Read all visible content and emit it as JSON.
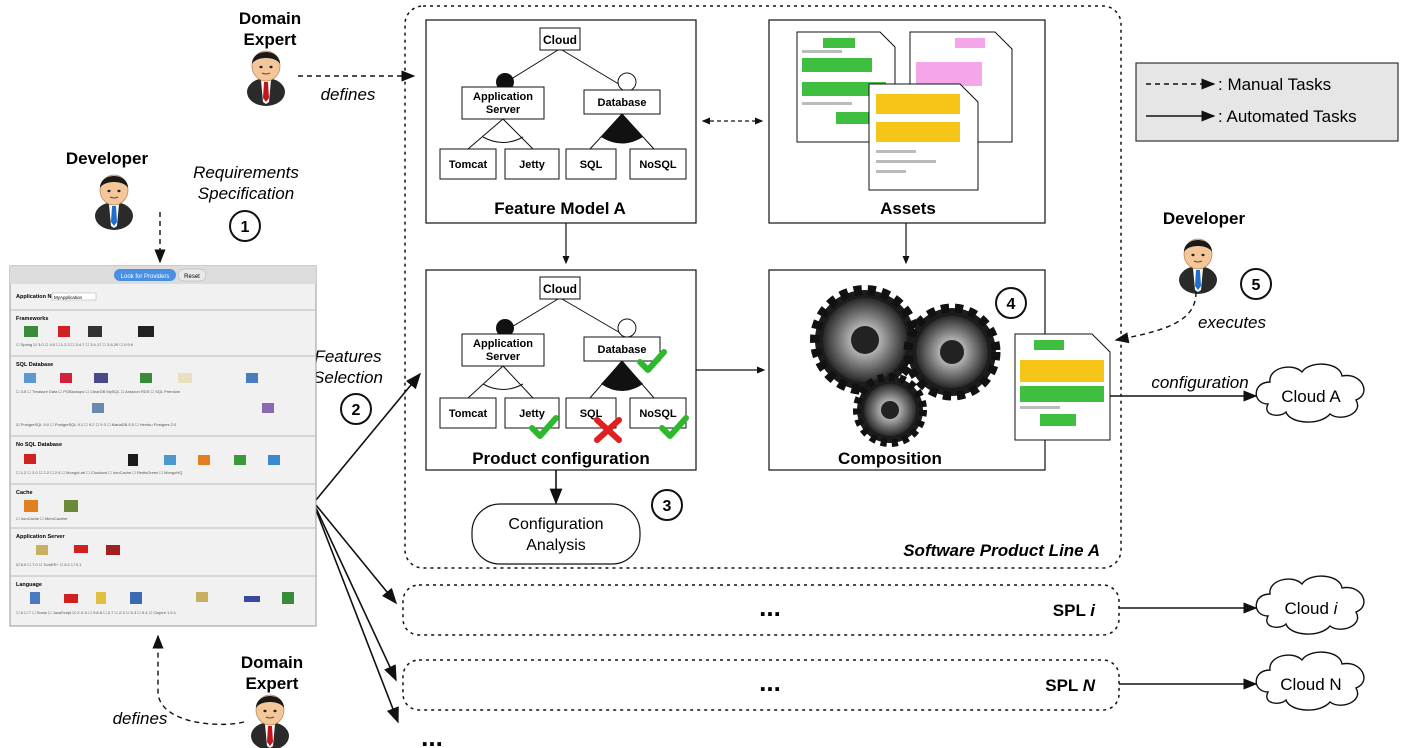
{
  "actors": {
    "domain_expert_top": {
      "line1": "Domain",
      "line2": "Expert",
      "action": "defines"
    },
    "developer_left": {
      "name": "Developer",
      "task_line1": "Requirements",
      "task_line2": "Specification",
      "step": "1"
    },
    "developer_right": {
      "name": "Developer",
      "action": "executes",
      "step": "5"
    },
    "domain_expert_bottom": {
      "line1": "Domain",
      "line2": "Expert",
      "action": "defines"
    }
  },
  "selection": {
    "line1": "Features",
    "line2": "Selection",
    "step": "2"
  },
  "legend": {
    "manual": ": Manual Tasks",
    "automated": ": Automated Tasks"
  },
  "spl_a": {
    "label_main": "Software Product Line A",
    "feature_model": {
      "title": "Feature Model A",
      "root": "Cloud",
      "app_server_line1": "Application",
      "app_server_line2": "Server",
      "database": "Database",
      "tomcat": "Tomcat",
      "jetty": "Jetty",
      "sql": "SQL",
      "nosql": "NoSQL"
    },
    "assets": {
      "title": "Assets"
    },
    "product_configuration": {
      "title": "Product configuration",
      "root": "Cloud",
      "app_server_line1": "Application",
      "app_server_line2": "Server",
      "database": "Database",
      "tomcat": "Tomcat",
      "jetty": "Jetty",
      "sql": "SQL",
      "nosql": "NoSQL"
    },
    "composition": {
      "title": "Composition",
      "step": "4"
    },
    "analysis": {
      "line1": "Configuration",
      "line2": "Analysis",
      "step": "3"
    }
  },
  "output": {
    "configuration": "configuration",
    "cloud_a": "Cloud A"
  },
  "spl_i": {
    "dots": "...",
    "label_prefix": "SPL ",
    "label_var": "i",
    "cloud_prefix": "Cloud ",
    "cloud_var": "i"
  },
  "spl_n": {
    "dots": "...",
    "label_prefix": "SPL ",
    "label_var": "N",
    "cloud": "Cloud N"
  },
  "more": {
    "dots": "..."
  },
  "form": {
    "btn_look": "Look for Providers",
    "btn_reset": "Reset",
    "app_name_label": "Application Name",
    "app_name_value": "MyApplication",
    "sections": [
      "Frameworks",
      "SQL Database",
      "No SQL Database",
      "Cache",
      "Application Server",
      "Language"
    ]
  },
  "colors": {
    "check": "#2db82d",
    "cross": "#e02020",
    "doc_green": "#3fbf3f",
    "doc_yellow": "#f5c518",
    "doc_pink": "#f4a6e8"
  }
}
